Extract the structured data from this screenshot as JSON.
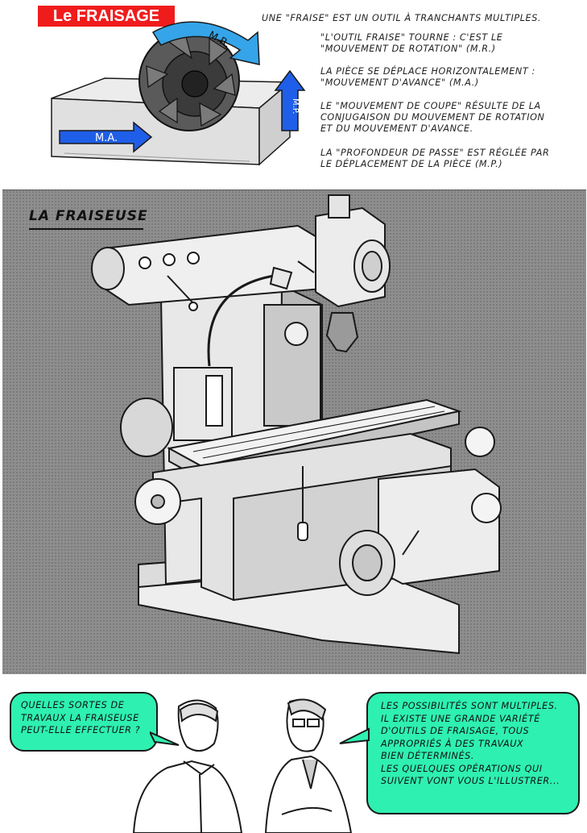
{
  "header": {
    "title": "Le FRAISAGE",
    "paragraphs": [
      "UNE \"FRAISE\" EST UN OUTIL À TRANCHANTS MULTIPLES.",
      "\"L'OUTIL FRAISE\" TOURNE : C'EST LE\n\"MOUVEMENT DE ROTATION\" (M.R.)",
      "LA PIÈCE SE DÉPLACE HORIZONTALEMENT :\n\"MOUVEMENT D'AVANCE\" (M.A.)",
      "LE \"MOUVEMENT DE COUPE\" RÉSULTE DE LA\nCONJUGAISON DU MOUVEMENT DE ROTATION\nET DU MOUVEMENT D'AVANCE.",
      "LA \"PROFONDEUR DE PASSE\" EST RÉGLÉE PAR\nLE DÉPLACEMENT DE LA PIÈCE (M.P.)"
    ]
  },
  "diagram": {
    "labels": {
      "rotation": "M.R.",
      "feed": "M.A.",
      "depth": "M.P."
    },
    "colors": {
      "arrow": "#1f5ee8",
      "workpiece": "#e9e9e9",
      "cutter": "#4d4d4d"
    }
  },
  "machine_panel": {
    "title": "LA FRAISEUSE",
    "colors": {
      "background": "#8e8e8e",
      "machine": "#eeeeee",
      "outline": "#1a1a1a"
    }
  },
  "dialogue": {
    "left": "QUELLES SORTES DE\nTRAVAUX LA FRAISEUSE\nPEUT-ELLE EFFECTUER ?",
    "right": "LES POSSIBILITÉS SONT MULTIPLES.\nIL EXISTE UNE GRANDE VARIÉTÉ\nD'OUTILS DE FRAISAGE, TOUS\nAPPROPRIÉS À DES TRAVAUX\nBIEN DÉTERMINÉS.\nLES QUELQUES OPÉRATIONS QUI\nSUIVENT VONT VOUS L'ILLUSTRER...",
    "bubble_color": "#2ef0b0"
  }
}
